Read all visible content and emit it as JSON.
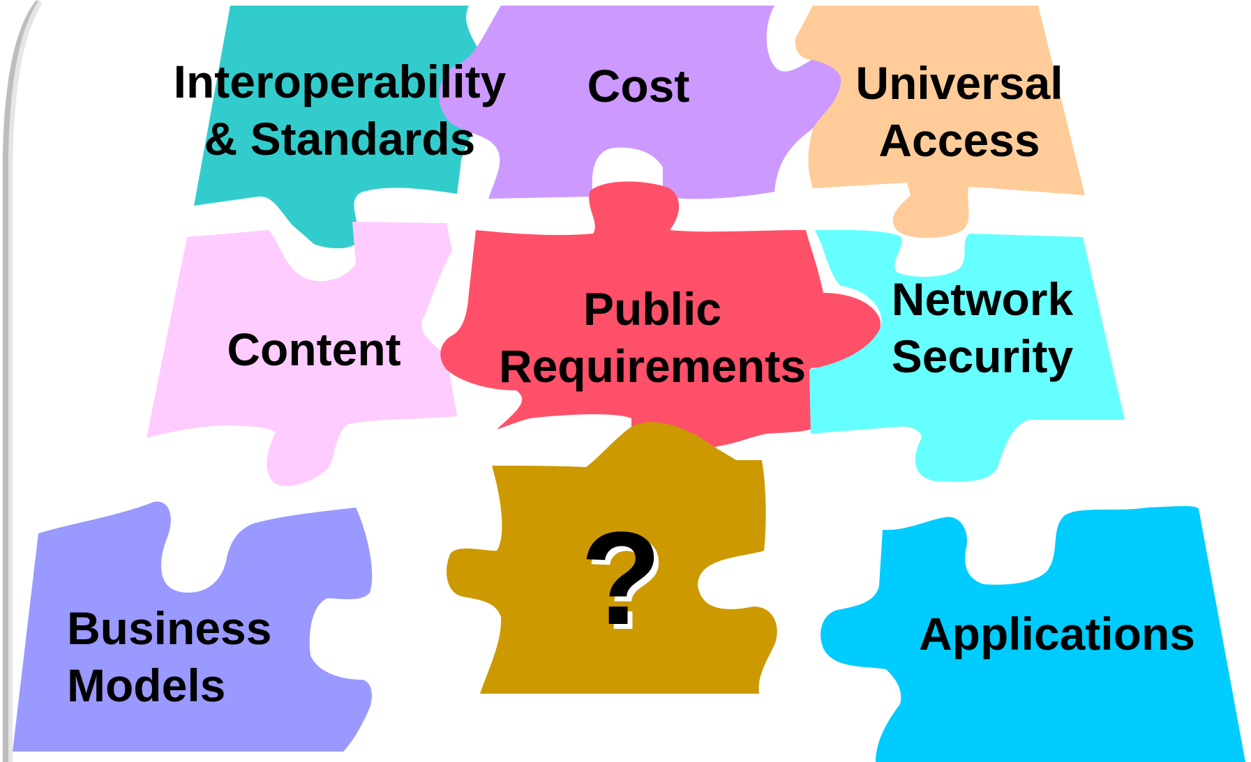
{
  "pieces": [
    {
      "id": "interoperability",
      "color": "#33CCCC",
      "lines": [
        "Interoperability",
        "& Standards"
      ]
    },
    {
      "id": "cost",
      "color": "#CC99FF",
      "lines": [
        "Cost"
      ]
    },
    {
      "id": "universal-access",
      "color": "#FFCC99",
      "lines": [
        "Universal",
        "Access"
      ]
    },
    {
      "id": "content",
      "color": "#FFCCFF",
      "lines": [
        "Content"
      ]
    },
    {
      "id": "public-requirements",
      "color": "#FF5069",
      "lines": [
        "Public",
        "Requirements"
      ]
    },
    {
      "id": "network-security",
      "color": "#66FFFF",
      "lines": [
        "Network",
        "Security"
      ]
    },
    {
      "id": "business-models",
      "color": "#9999FF",
      "lines": [
        "Business",
        "Models"
      ]
    },
    {
      "id": "unknown",
      "color": "#CC9900",
      "lines": [
        "?"
      ]
    },
    {
      "id": "applications",
      "color": "#00CCFF",
      "lines": [
        "Applications"
      ]
    }
  ]
}
